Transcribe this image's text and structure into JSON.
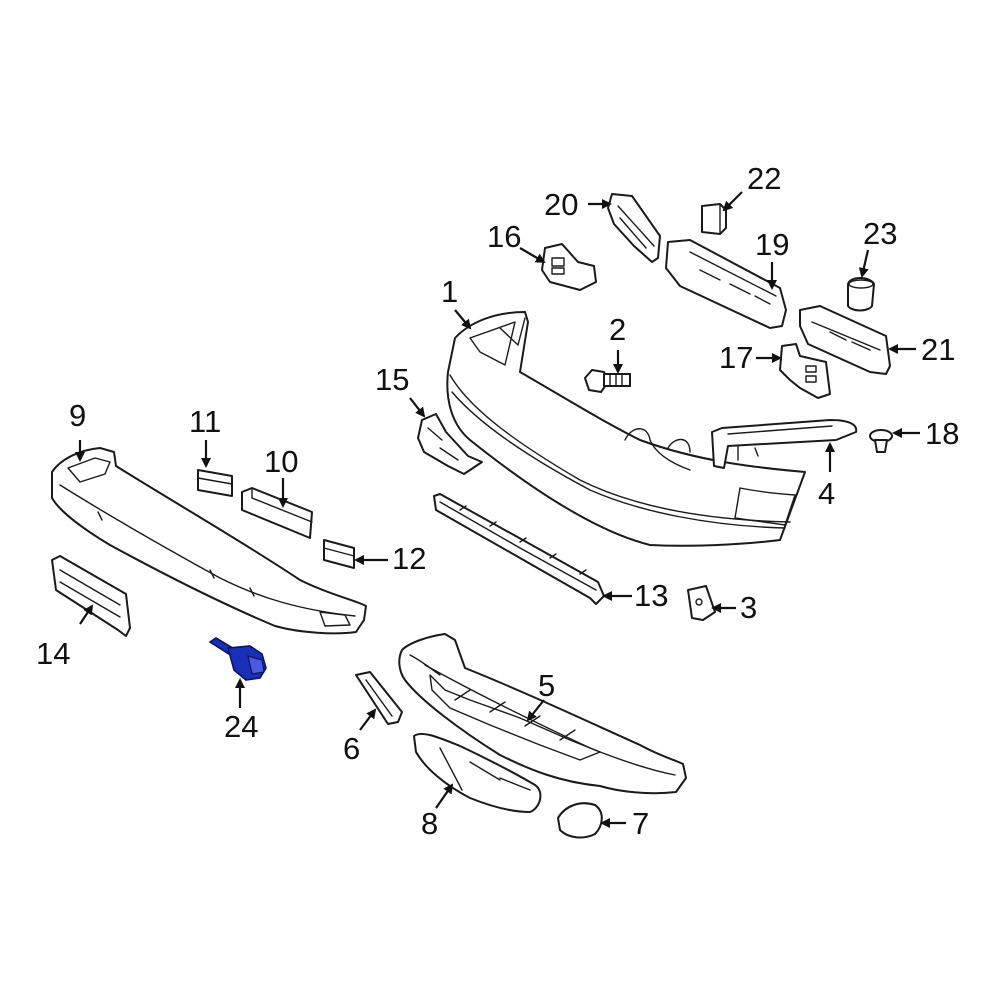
{
  "diagram": {
    "callouts": [
      {
        "id": "c1",
        "label": "1"
      },
      {
        "id": "c2",
        "label": "2"
      },
      {
        "id": "c3",
        "label": "3"
      },
      {
        "id": "c4",
        "label": "4"
      },
      {
        "id": "c5",
        "label": "5"
      },
      {
        "id": "c6",
        "label": "6"
      },
      {
        "id": "c7",
        "label": "7"
      },
      {
        "id": "c8",
        "label": "8"
      },
      {
        "id": "c9",
        "label": "9"
      },
      {
        "id": "c10",
        "label": "10"
      },
      {
        "id": "c11",
        "label": "11"
      },
      {
        "id": "c12",
        "label": "12"
      },
      {
        "id": "c13",
        "label": "13"
      },
      {
        "id": "c14",
        "label": "14"
      },
      {
        "id": "c15",
        "label": "15"
      },
      {
        "id": "c16",
        "label": "16"
      },
      {
        "id": "c17",
        "label": "17"
      },
      {
        "id": "c18",
        "label": "18"
      },
      {
        "id": "c19",
        "label": "19"
      },
      {
        "id": "c20",
        "label": "20"
      },
      {
        "id": "c21",
        "label": "21"
      },
      {
        "id": "c22",
        "label": "22"
      },
      {
        "id": "c23",
        "label": "23"
      },
      {
        "id": "c24",
        "label": "24"
      }
    ],
    "highlighted_part": "24",
    "colors": {
      "line": "#1a1a1a",
      "highlight": "#1a2fb8",
      "background": "#ffffff"
    }
  }
}
